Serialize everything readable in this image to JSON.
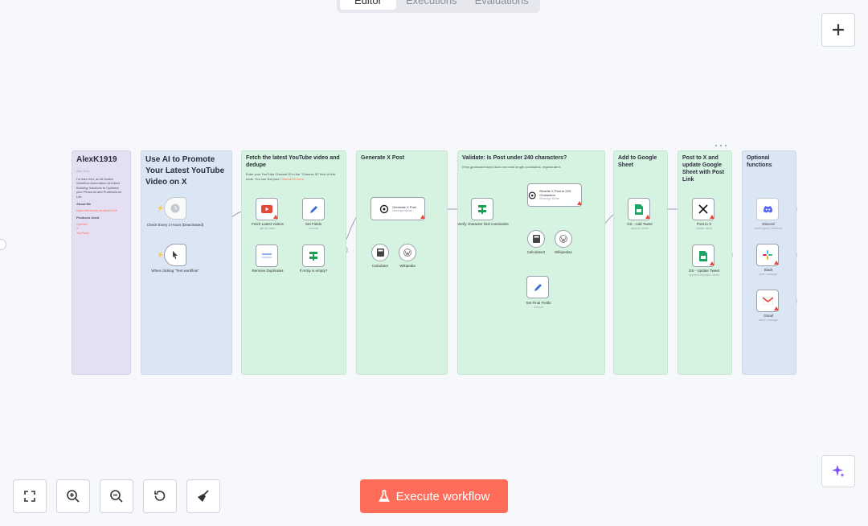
{
  "tabs": [
    {
      "label": "Editor"
    },
    {
      "label": "Executions"
    },
    {
      "label": "Evaluations"
    }
  ],
  "controls": {
    "add_icon": "plus-icon",
    "ai_icon": "sparkle-icon",
    "fit_view_icon": "fit-view-icon",
    "zoom_in_icon": "zoom-in-icon",
    "zoom_out_icon": "zoom-out-icon",
    "reset_icon": "reset-zoom-icon",
    "tidy_icon": "broom-icon"
  },
  "execute_button": {
    "label": "Execute workflow",
    "icon": "flask-icon",
    "color": "#ff6d5a"
  },
  "colors": {
    "accent": "#ff6d5a",
    "warning": "#e5483b",
    "sticky_purple": "#e4dff3",
    "sticky_blue": "#dbe6f4",
    "sticky_green": "#d6f3e1"
  },
  "stickies": {
    "about": {
      "title": "AlexK1919",
      "image_alt": "Alex Kim",
      "intro": "I'm Alex Kim, an AI-Native Workflow Automation Architect Building Solutions to Optimize your Personal and Professional Life.",
      "about_heading": "About Me",
      "about_link": "https://beacons.ai/alexk1919",
      "products_heading": "Products Used",
      "products": [
        "OpenAI",
        "X",
        "YouTube"
      ]
    },
    "promote": {
      "title": "Use AI to Promote Your Latest YouTube Video on X"
    },
    "fetch": {
      "title": "Fetch the latest YouTube video and dedupe",
      "text": "Enter your YouTube Channel ID in the \"Channel ID\" field of this node. You can find your",
      "link": "Channel ID here."
    },
    "generate": {
      "title": "Generate X Post"
    },
    "validate": {
      "title": "Validate: Is Post under 240 characters?",
      "text": "If the generated tweet does not meet length constraints, regenerate it."
    },
    "sheet": {
      "title": "Add to Google Sheet"
    },
    "post": {
      "title": "Post to X and update Google Sheet with Post Link"
    },
    "optional": {
      "title": "Optional functions"
    }
  },
  "nodes": {
    "schedule": {
      "label": "Check Every 2 Hours (Deactivated)",
      "icon": "clock-icon"
    },
    "manual": {
      "label": "When clicking \"Test workflow\"",
      "icon": "cursor-icon"
    },
    "youtube": {
      "label": "Fetch Latest Videos",
      "sub": "get:All video",
      "icon": "youtube-icon"
    },
    "setfields": {
      "label": "Set Fields",
      "sub": "manual",
      "icon": "pencil-icon"
    },
    "dedupe": {
      "label": "Remove Duplicates",
      "icon": "dedupe-icon"
    },
    "ifempty": {
      "label": "If Array is empty?",
      "icon": "if-icon"
    },
    "genpost": {
      "label": "Generate X Post",
      "sub": "Message Model",
      "icon": "openai-icon"
    },
    "calc1": {
      "label": "Calculator",
      "icon": "calculator-icon"
    },
    "wiki1": {
      "label": "Wikipedia",
      "icon": "wikipedia-icon"
    },
    "verify": {
      "label": "Verify character limit constraints",
      "icon": "if-icon"
    },
    "rewrite": {
      "label": "Rewrite X Post to 220 Characters",
      "sub": "Message Model",
      "icon": "openai-icon"
    },
    "calc2": {
      "label": "Calculator2",
      "icon": "calculator-icon"
    },
    "wiki2": {
      "label": "Wikipedia1",
      "icon": "wikipedia-icon"
    },
    "finalfields": {
      "label": "Set Final Fields",
      "sub": "manual",
      "icon": "pencil-icon"
    },
    "gsadd": {
      "label": "GS - Add Tweet",
      "sub": "append: sheet",
      "icon": "google-sheets-icon"
    },
    "postx": {
      "label": "Post to X",
      "sub": "create: tweet",
      "icon": "x-icon"
    },
    "gsupdate": {
      "label": "GS - Update Tweet",
      "sub": "appendOrUpdate: sheet",
      "icon": "google-sheets-icon"
    },
    "discord": {
      "label": "Discord",
      "sub": "sendLegacy: webhook",
      "icon": "discord-icon"
    },
    "slack": {
      "label": "Slack",
      "sub": "post: message",
      "icon": "slack-icon"
    },
    "gmail": {
      "label": "Gmail",
      "sub": "send: message",
      "icon": "gmail-icon"
    }
  }
}
